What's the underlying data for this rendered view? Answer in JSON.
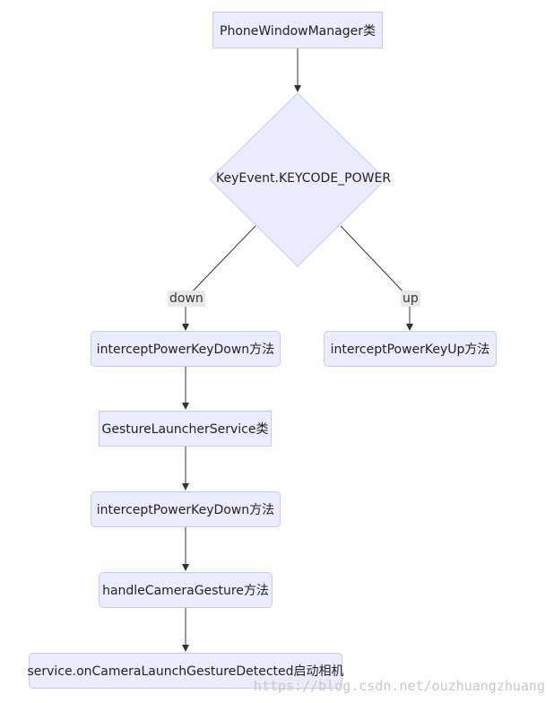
{
  "diagram": {
    "nodes": {
      "phone_window_manager": "PhoneWindowManager类",
      "keycode_power": "KeyEvent.KEYCODE_POWER",
      "intercept_power_key_down_1": "interceptPowerKeyDown方法",
      "intercept_power_key_up": "interceptPowerKeyUp方法",
      "gesture_launcher_service": "GestureLauncherService类",
      "intercept_power_key_down_2": "interceptPowerKeyDown方法",
      "handle_camera_gesture": "handleCameraGesture方法",
      "on_camera_launch": "service.onCameraLaunchGestureDetected启动相机"
    },
    "edge_labels": {
      "down": "down",
      "up": "up"
    }
  },
  "watermark": "https://blog.csdn.net/ouzhuangzhuang",
  "colors": {
    "node_fill": "#ececff",
    "node_border": "#c8c8f0",
    "edge": "#333333",
    "label_bg": "#e8e8e8"
  }
}
